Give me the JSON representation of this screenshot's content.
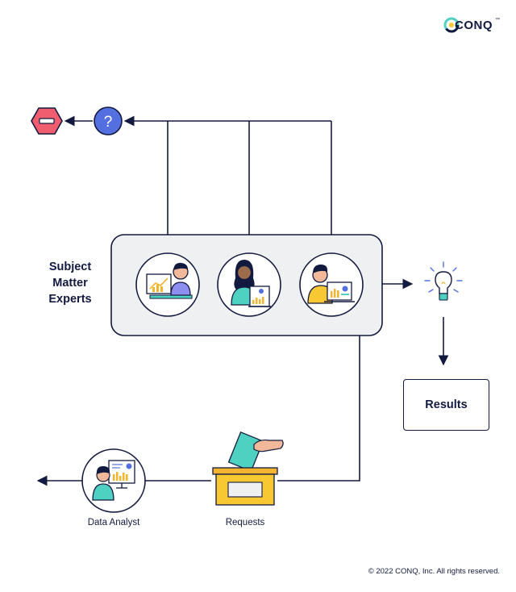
{
  "logo": {
    "brand": "CONQ",
    "trademark": "™"
  },
  "sme": {
    "label_line1": "Subject",
    "label_line2": "Matter",
    "label_line3": "Experts"
  },
  "results": {
    "label": "Results"
  },
  "data_analyst": {
    "label": "Data Analyst"
  },
  "requests": {
    "label": "Requests"
  },
  "decision": {
    "symbol": "?"
  },
  "footer": {
    "copyright": "© 2022 CONQ, Inc. All rights reserved."
  },
  "colors": {
    "ink": "#131a3f",
    "panel": "#eef0f2",
    "stop_sign": "#ef5d6f",
    "question": "#5470e0",
    "teal": "#4fd1c1",
    "yellow": "#f7c832",
    "purple": "#8d8ef0",
    "box": "#f3b530"
  },
  "icons": [
    "conq-logo-icon",
    "stop-sign-icon",
    "question-icon",
    "lightbulb-icon",
    "ballot-box-icon",
    "hand-icon"
  ]
}
